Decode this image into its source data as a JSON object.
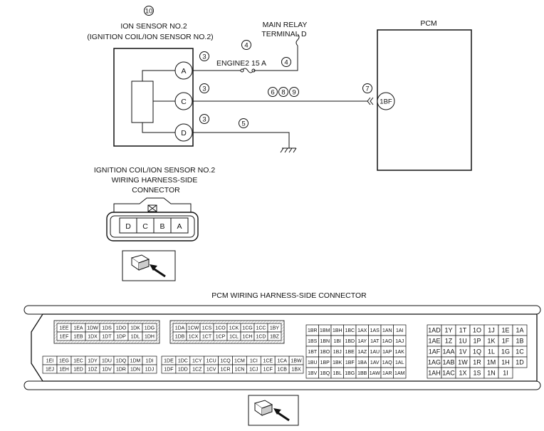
{
  "schematic": {
    "ion_sensor": {
      "title_line1": "ION SENSOR NO.2",
      "title_line2": "(IGNITION COIL/ION SENSOR NO.2)",
      "note": "10",
      "pins": [
        "A",
        "C",
        "D"
      ]
    },
    "main_relay": {
      "line1": "MAIN RELAY",
      "line2": "TERMINAL D"
    },
    "fuse_label": "ENGINE2 15 A",
    "pcm_label": "PCM",
    "pcm_terminal": "1BF",
    "notes": {
      "a_pin": "3",
      "fuse_in": "4",
      "fuse_out": "4",
      "c_pin": "3",
      "c_wire": [
        "6",
        "8",
        "9"
      ],
      "pcm_pin": "7",
      "d_pin": "3",
      "d_wire": "5"
    }
  },
  "harness_connector": {
    "title_line1": "IGNITION COIL/ION SENSOR NO.2",
    "title_line2": "WIRING HARNESS-SIDE",
    "title_line3": "CONNECTOR",
    "pins": [
      "D",
      "C",
      "B",
      "A"
    ]
  },
  "pcm_connector": {
    "title": "PCM WIRING HARNESS-SIDE CONNECTOR",
    "group1": [
      [
        "1EE",
        "1EA",
        "1DW",
        "1DS",
        "1DO",
        "1DK",
        "1DG"
      ],
      [
        "1EF",
        "1EB",
        "1DX",
        "1DT",
        "1DP",
        "1DL",
        "1DH"
      ]
    ],
    "group2": [
      [
        "1EI",
        "1EG",
        "1EC",
        "1DY",
        "1DU",
        "1DQ",
        "1DM",
        "1DI"
      ],
      [
        "1EJ",
        "1EH",
        "1ED",
        "1DZ",
        "1DV",
        "1DR",
        "1DN",
        "1DJ"
      ]
    ],
    "group3": [
      [
        "1DA",
        "1CW",
        "1CS",
        "1CO",
        "1CK",
        "1CG",
        "1CC",
        "1BY"
      ],
      [
        "1DB",
        "1CX",
        "1CT",
        "1CP",
        "1CL",
        "1CH",
        "1CD",
        "1BZ"
      ]
    ],
    "group4": [
      [
        "1DE",
        "1DC",
        "1CY",
        "1CU",
        "1CQ",
        "1CM",
        "1CI",
        "1CE",
        "1CA",
        "1BW"
      ],
      [
        "1DF",
        "1DD",
        "1CZ",
        "1CV",
        "1CR",
        "1CN",
        "1CJ",
        "1CF",
        "1CB",
        "1BX"
      ]
    ],
    "group5": [
      [
        "1BR",
        "1BM",
        "1BH",
        "1BC",
        "1AX",
        "1AS",
        "1AN",
        "1AI"
      ],
      [
        "1BS",
        "1BN",
        "1BI",
        "1BD",
        "1AY",
        "1AT",
        "1AO",
        "1AJ"
      ],
      [
        "1BT",
        "1BO",
        "1BJ",
        "1BE",
        "1AZ",
        "1AU",
        "1AP",
        "1AK"
      ],
      [
        "1BU",
        "1BP",
        "1BK",
        "1BF",
        "1BA",
        "1AV",
        "1AQ",
        "1AL"
      ],
      [
        "1BV",
        "1BQ",
        "1BL",
        "1BG",
        "1BB",
        "1AW",
        "1AR",
        "1AM"
      ]
    ],
    "group6": [
      [
        "1AD",
        "1Y",
        "1T",
        "1O",
        "1J",
        "1E",
        "1A"
      ],
      [
        "1AE",
        "1Z",
        "1U",
        "1P",
        "1K",
        "1F",
        "1B"
      ],
      [
        "1AF",
        "1AA",
        "1V",
        "1Q",
        "1L",
        "1G",
        "1C"
      ],
      [
        "1AG",
        "1AB",
        "1W",
        "1R",
        "1M",
        "1H",
        "1D"
      ],
      [
        "1AH",
        "1AC",
        "1X",
        "1S",
        "1N",
        "1I"
      ]
    ]
  }
}
